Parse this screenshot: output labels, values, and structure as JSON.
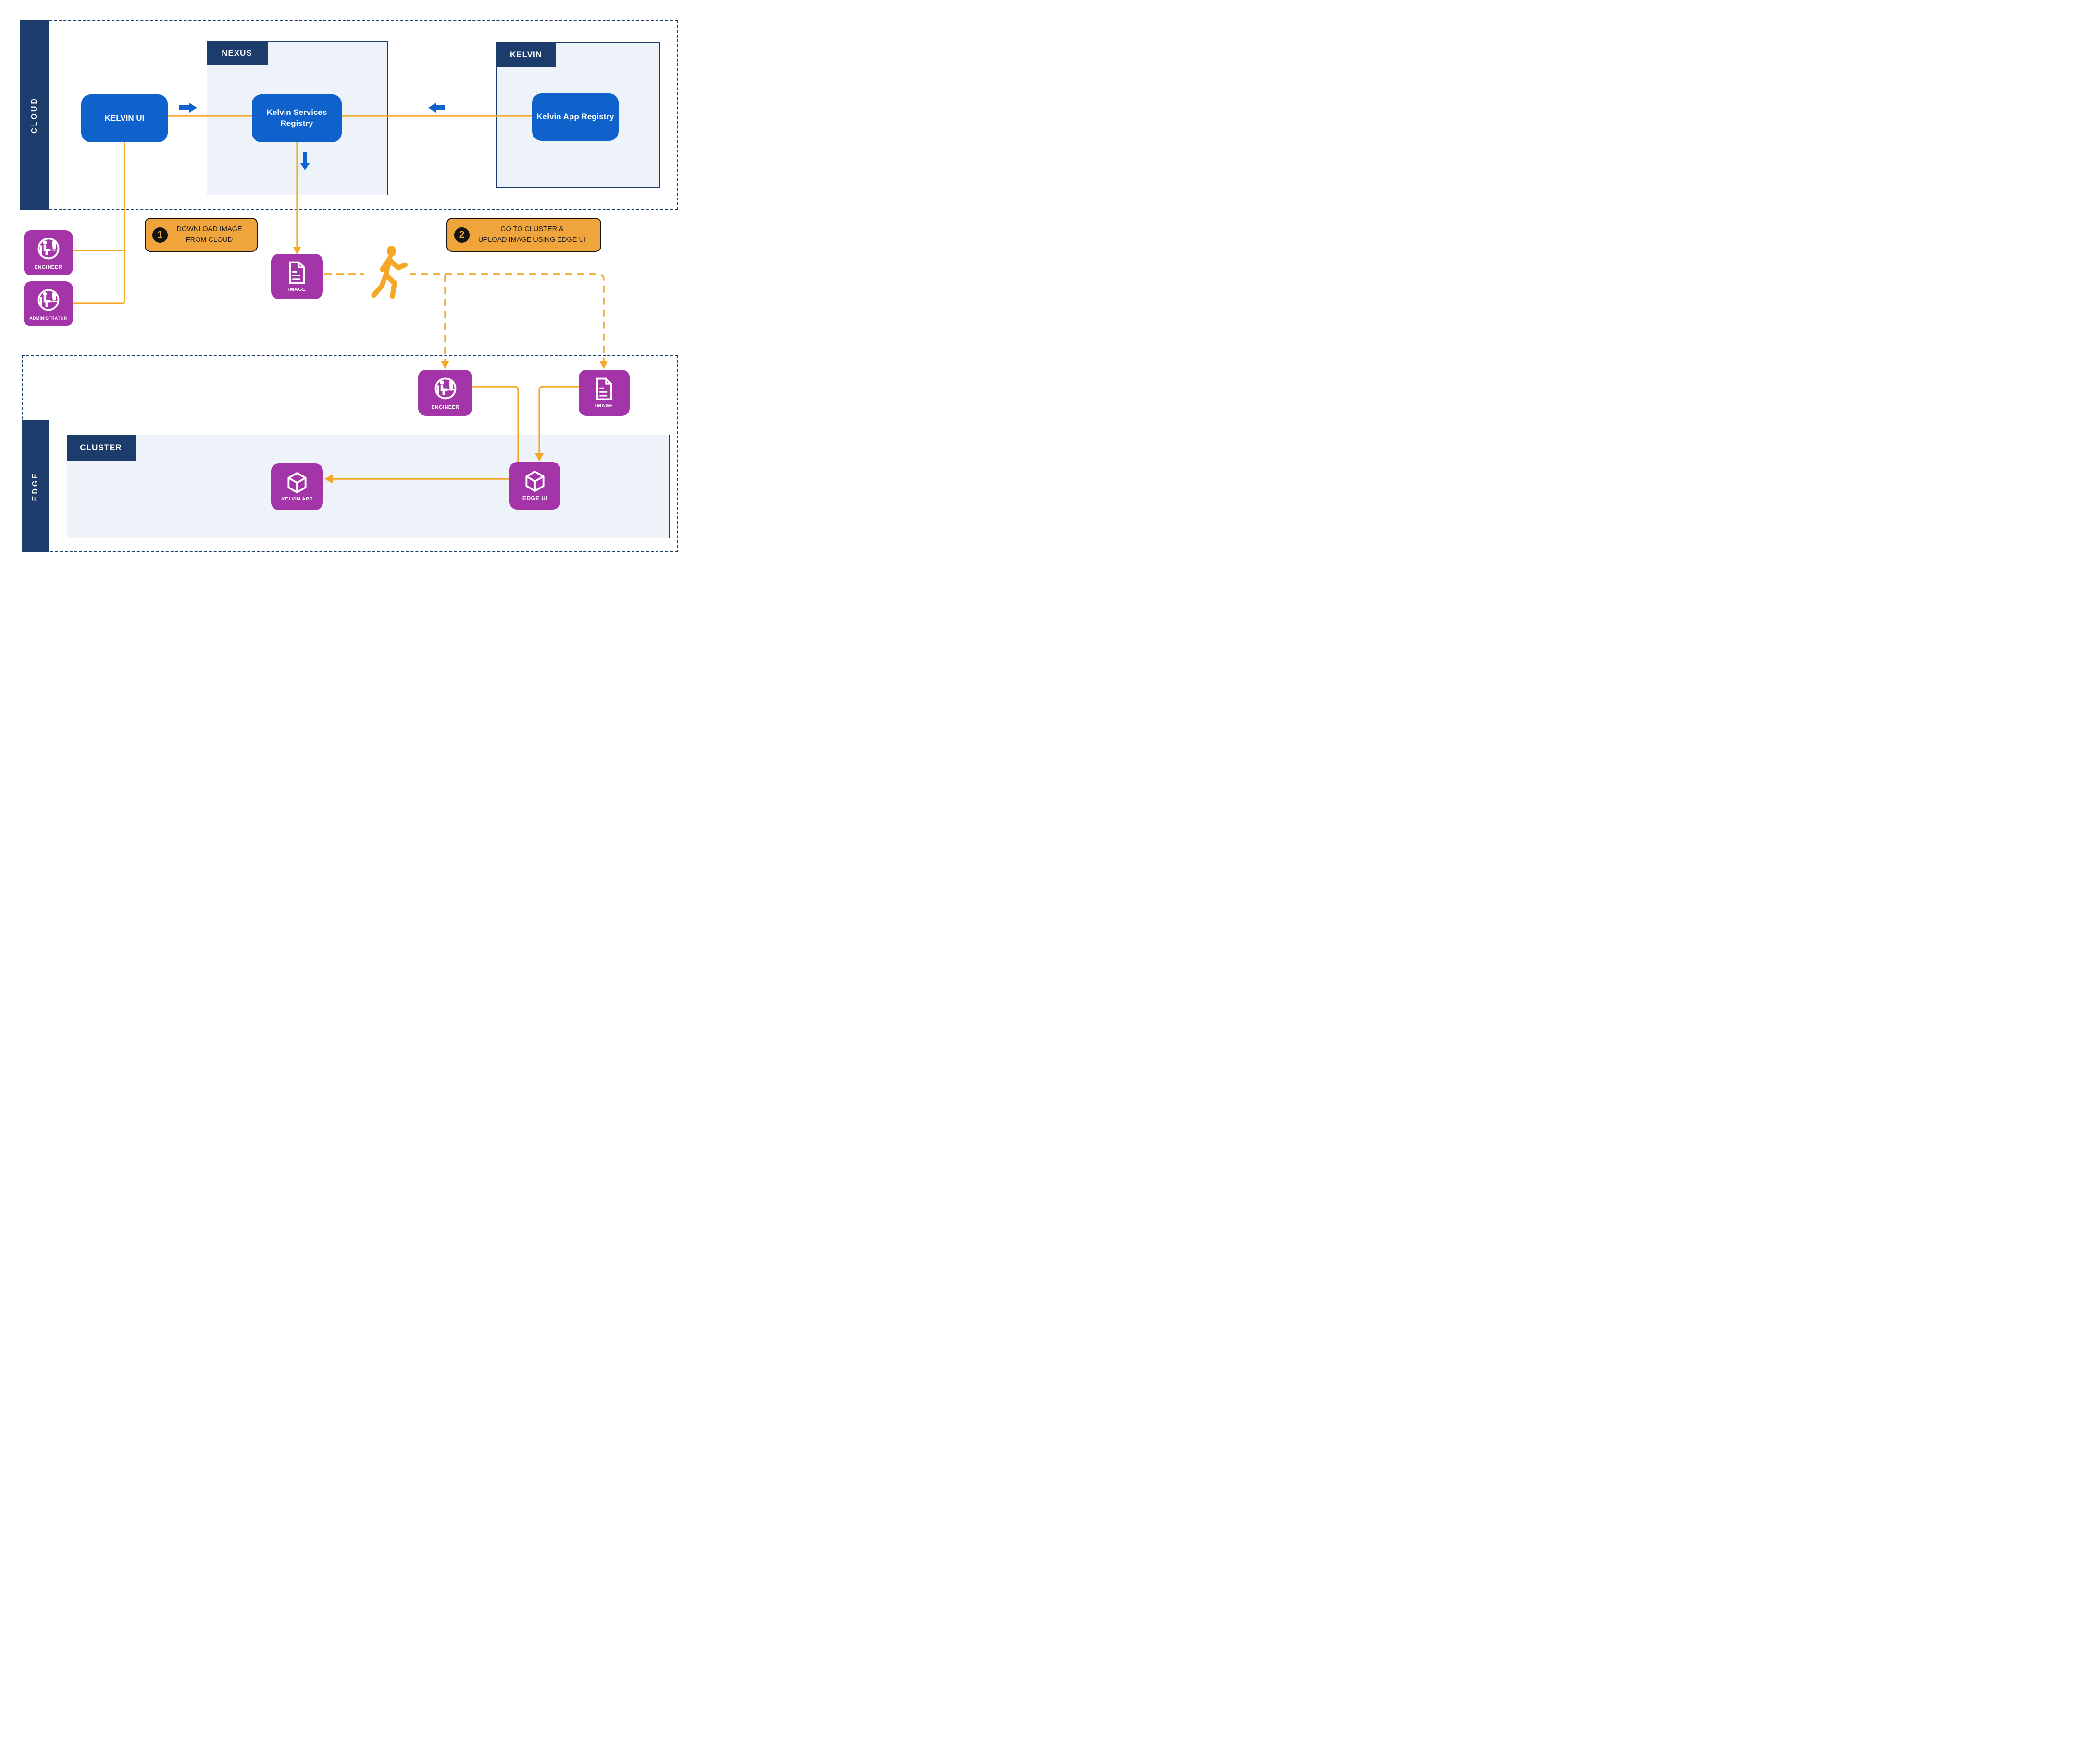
{
  "colors": {
    "navy": "#1C3C6C",
    "blue": "#0F62CC",
    "purple": "#A435A9",
    "orange": "#F5A728",
    "callout_fill": "#F0A43C",
    "callout_border": "#141414",
    "callout_text": "#1E1E1E",
    "container_fill": "#EDF3F9"
  },
  "zones": {
    "cloud": {
      "label": "CLOUD"
    },
    "edge": {
      "label": "EDGE"
    }
  },
  "containers": {
    "nexus": {
      "label": "NEXUS"
    },
    "kelvin": {
      "label": "KELVIN"
    },
    "cluster": {
      "label": "CLUSTER"
    }
  },
  "nodes": {
    "kelvin_ui": {
      "label": "KELVIN UI"
    },
    "kelvin_services_registry": {
      "label": "Kelvin Services Registry"
    },
    "kelvin_app_registry": {
      "label": "Kelvin App Registry"
    },
    "engineer_cloud": {
      "label": "ENGINEER",
      "icon": "person-at-desk-icon"
    },
    "administrator": {
      "label": "ADMINISTRATOR",
      "icon": "person-at-desk-icon"
    },
    "image_cloud": {
      "label": "IMAGE",
      "icon": "document-icon"
    },
    "engineer_edge": {
      "label": "ENGINEER",
      "icon": "person-at-desk-icon"
    },
    "image_edge": {
      "label": "IMAGE",
      "icon": "document-icon"
    },
    "kelvin_app": {
      "label": "KELVIN APP",
      "icon": "cube-icon"
    },
    "edge_ui": {
      "label": "EDGE UI",
      "icon": "cube-icon"
    }
  },
  "callouts": [
    {
      "number": "1",
      "text_line1": "DOWNLOAD IMAGE",
      "text_line2": "FROM CLOUD"
    },
    {
      "number": "2",
      "text_line1": "GO TO CLUSTER &",
      "text_line2": "UPLOAD IMAGE USING EDGE UI"
    }
  ],
  "icons": {
    "walking_person": "walking-person-icon",
    "arrow_right": "block-arrow-right-icon",
    "arrow_left": "block-arrow-left-icon",
    "arrow_down": "block-arrow-down-icon"
  }
}
